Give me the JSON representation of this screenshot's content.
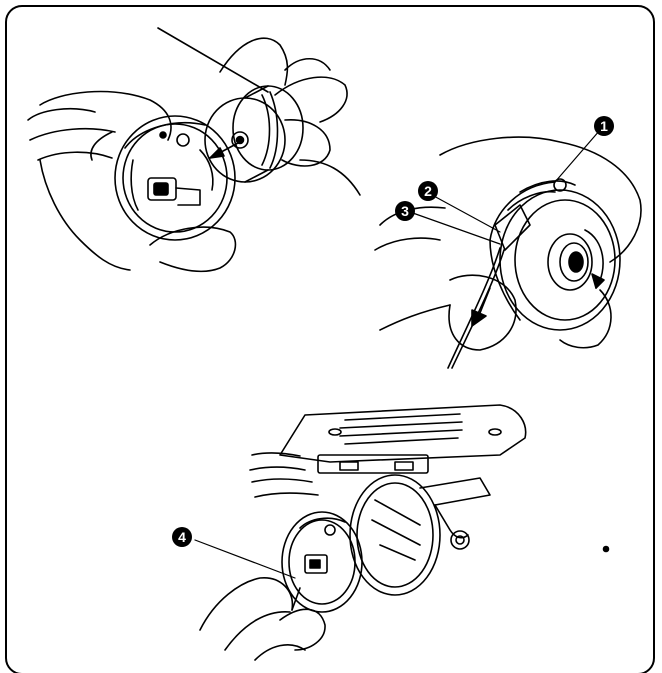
{
  "illustration": {
    "frame_color": "#000000",
    "background": "#ffffff",
    "line_color": "#000000",
    "callouts": [
      {
        "number": "1"
      },
      {
        "number": "2"
      },
      {
        "number": "3"
      },
      {
        "number": "4"
      }
    ]
  }
}
